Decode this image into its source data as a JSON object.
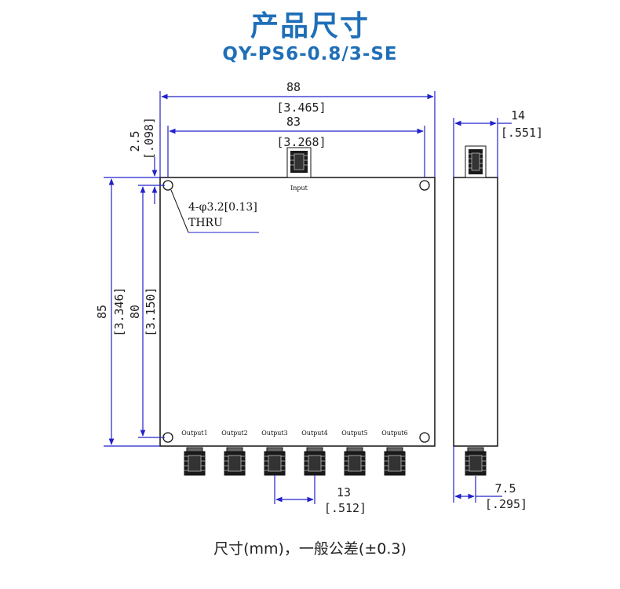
{
  "header": {
    "title": "产品尺寸",
    "model": "QY-PS6-0.8/3-SE"
  },
  "dimensions": {
    "overall_width_mm": "88",
    "overall_width_in": "[3.465]",
    "hole_pitch_width_mm": "83",
    "hole_pitch_width_in": "[3.268]",
    "edge_offset_mm": "2.5",
    "edge_offset_in": "[.098]",
    "overall_height_mm": "85",
    "overall_height_in": "[3.346]",
    "hole_pitch_height_mm": "80",
    "hole_pitch_height_in": "[3.150]",
    "port_pitch_mm": "13",
    "port_pitch_in": "[.512]",
    "thickness_mm": "14",
    "thickness_in": "[.551]",
    "connector_offset_mm": "7.5",
    "connector_offset_in": "[.295]"
  },
  "holes": {
    "line1": "4-φ3.2[0.13]",
    "line2": "THRU"
  },
  "ports": {
    "input": "Input",
    "outputs": [
      "Output1",
      "Output2",
      "Output3",
      "Output4",
      "Output5",
      "Output6"
    ]
  },
  "footer": {
    "caption": "尺寸(mm)，一般公差(±0.3)"
  },
  "colors": {
    "title": "#1f6fb8",
    "dimension_lines": "#2222cc",
    "outline": "#111111"
  }
}
